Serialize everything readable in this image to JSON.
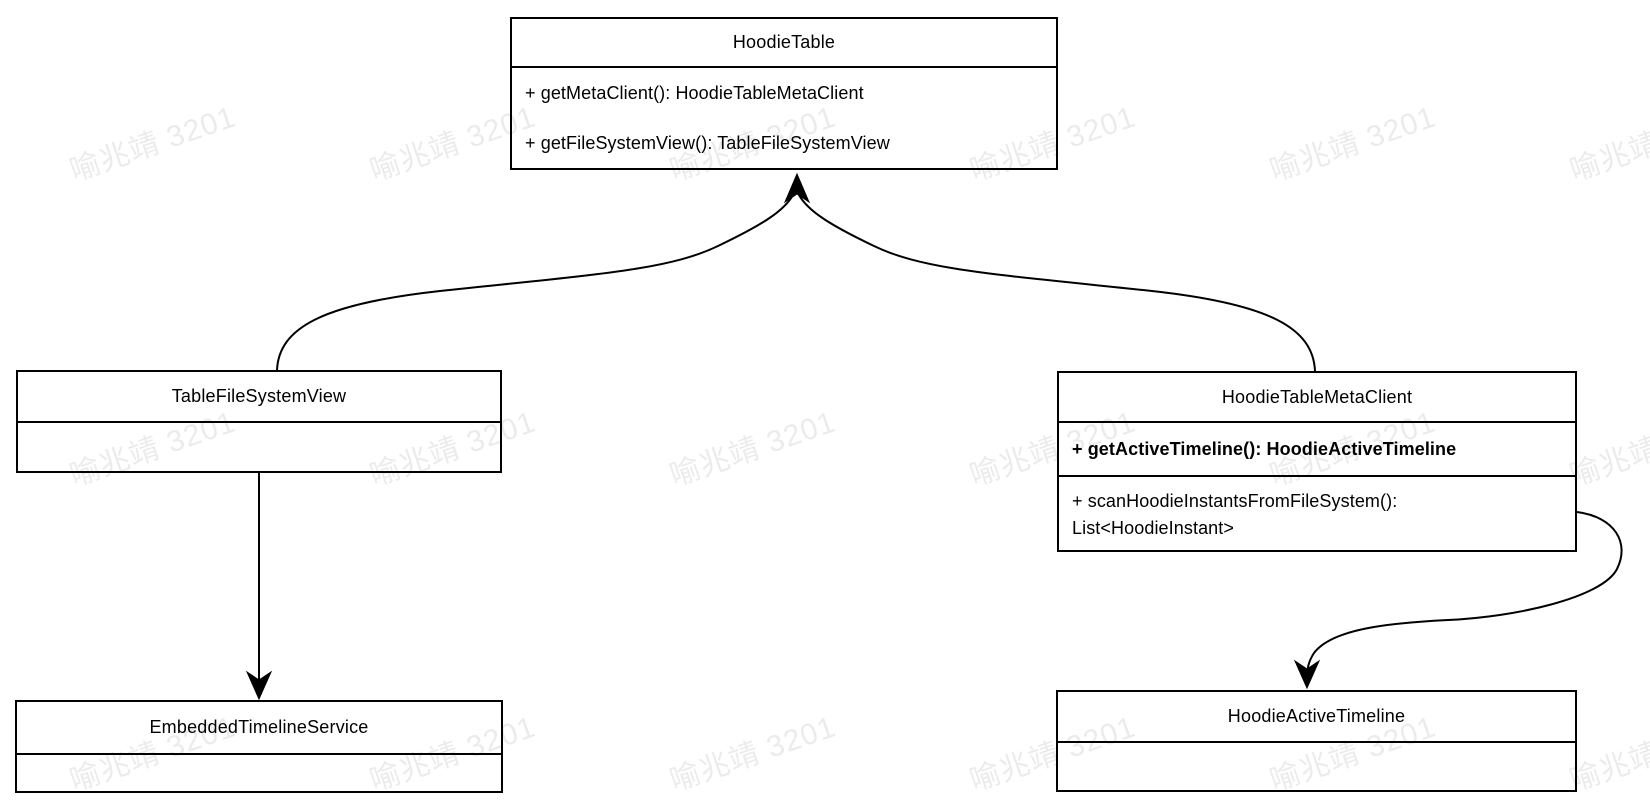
{
  "watermark": {
    "text": "喻兆靖 3201"
  },
  "colors": {
    "stroke": "#000000",
    "fill": "#ffffff",
    "watermark": "rgba(0,0,0,0.08)"
  },
  "classes": {
    "hoodie_table": {
      "title": "HoodieTable",
      "methods": [
        "+ getMetaClient(): HoodieTableMetaClient",
        "+ getFileSystemView(): TableFileSystemView"
      ]
    },
    "table_file_system_view": {
      "title": "TableFileSystemView"
    },
    "hoodie_table_meta_client": {
      "title": "HoodieTableMetaClient",
      "methods": [
        "+ getActiveTimeline(): HoodieActiveTimeline",
        "+ scanHoodieInstantsFromFileSystem(): List<HoodieInstant>"
      ]
    },
    "embedded_timeline_service": {
      "title": "EmbeddedTimelineService"
    },
    "hoodie_active_timeline": {
      "title": "HoodieActiveTimeline"
    }
  },
  "relations": [
    {
      "from": "TableFileSystemView",
      "to": "HoodieTable",
      "arrow_points_to": "HoodieTable",
      "style": "curved"
    },
    {
      "from": "HoodieTableMetaClient",
      "to": "HoodieTable",
      "arrow_points_to": "HoodieTable",
      "style": "curved"
    },
    {
      "from": "TableFileSystemView",
      "to": "EmbeddedTimelineService",
      "arrow_points_to": "EmbeddedTimelineService",
      "style": "straight"
    },
    {
      "from": "HoodieTableMetaClient",
      "to": "HoodieActiveTimeline",
      "arrow_points_to": "HoodieActiveTimeline",
      "style": "s-curve"
    }
  ]
}
